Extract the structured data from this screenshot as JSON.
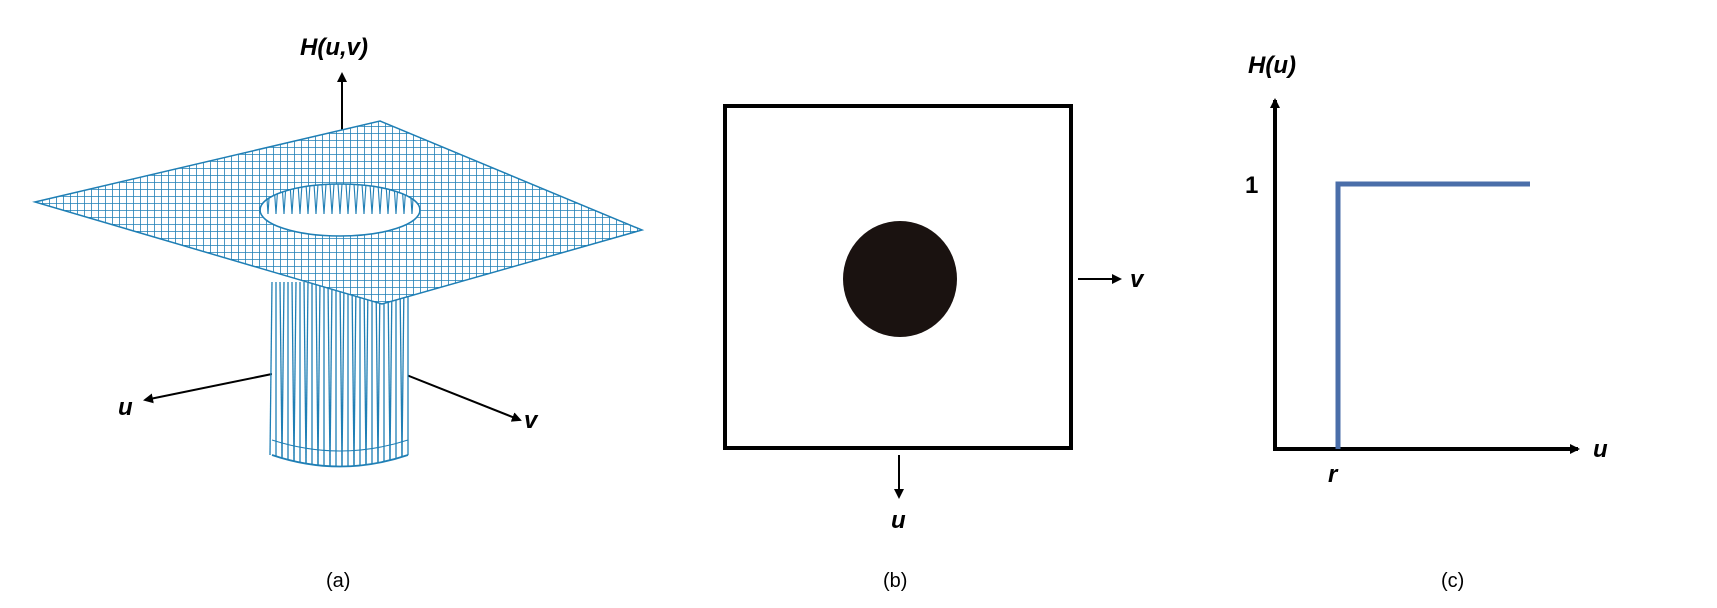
{
  "panel_a": {
    "axis_vertical": "H(u,v)",
    "axis_left": "u",
    "axis_right": "v",
    "caption": "(a)",
    "mesh_color": "#1f7fb5"
  },
  "panel_b": {
    "axis_right": "v",
    "axis_down": "u",
    "caption": "(b)",
    "disk_color": "#1a1210"
  },
  "panel_c": {
    "axis_vertical": "H(u)",
    "axis_horizontal": "u",
    "y_tick": "1",
    "x_tick": "r",
    "caption": "(c)",
    "line_color": "#4a6ea9"
  }
}
